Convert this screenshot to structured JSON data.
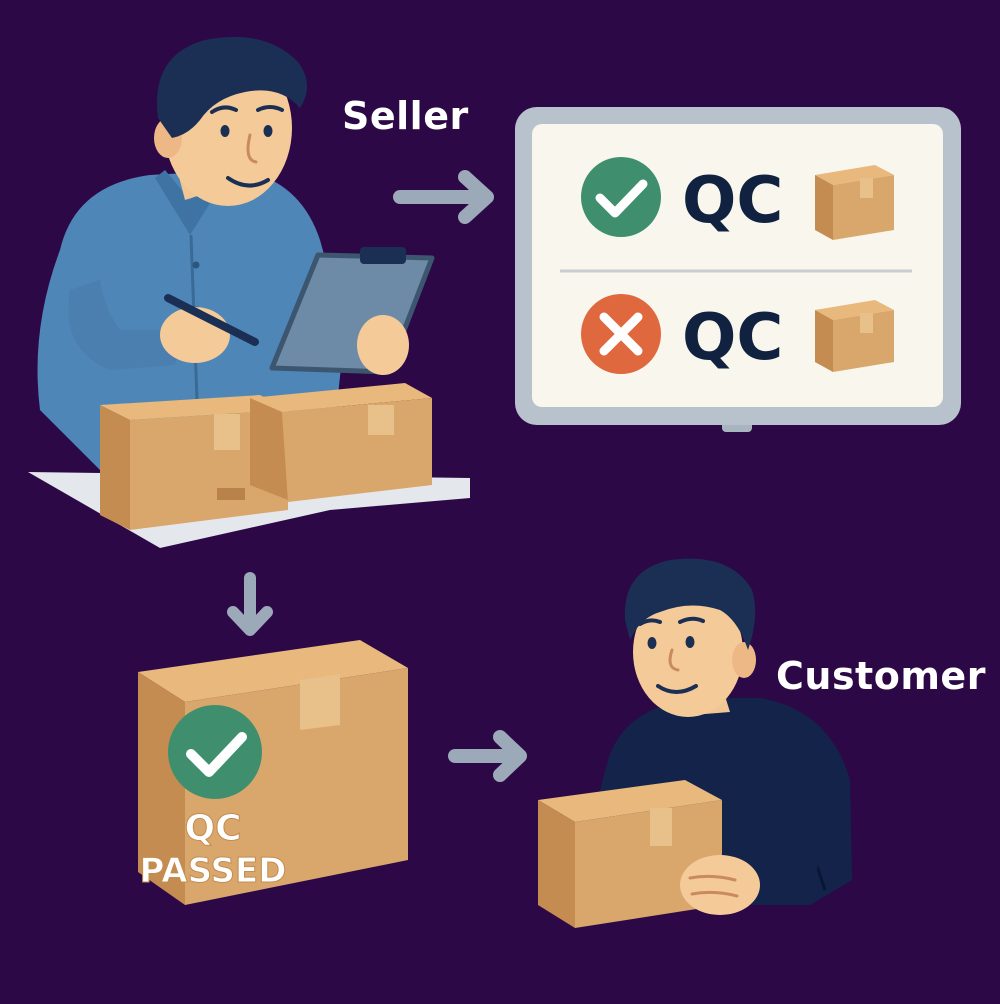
{
  "labels": {
    "seller": "Seller",
    "customer": "Customer"
  },
  "monitor": {
    "rows": [
      {
        "status": "pass",
        "status_icon": "check-circle-icon",
        "text": "QC"
      },
      {
        "status": "fail",
        "status_icon": "x-circle-icon",
        "text": "QC"
      }
    ]
  },
  "passed_box": {
    "line1": "QC",
    "line2": "PASSED"
  },
  "colors": {
    "background": "#2d0846",
    "pass_green": "#3f8f6e",
    "fail_orange": "#e0683f",
    "qc_text_navy": "#10223f",
    "box_tan": "#d9a76b",
    "arrow_grey": "#9ba9b8"
  }
}
